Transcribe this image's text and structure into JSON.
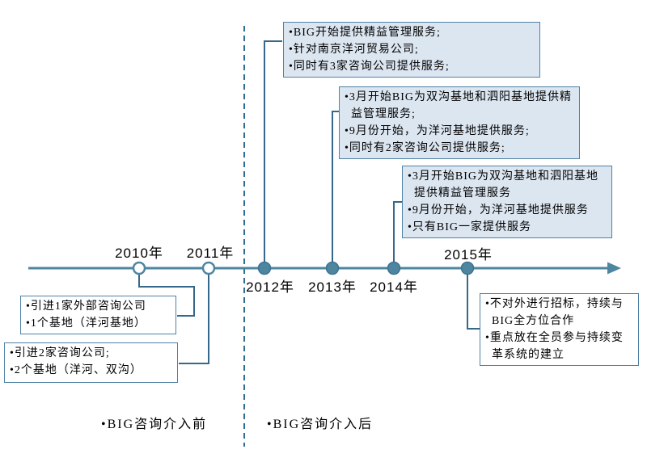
{
  "colors": {
    "accent": "#4e86a0",
    "connector": "#35688a",
    "divider": "#2e6e91",
    "box_border": "#4f81a5",
    "box_fill": "#dce6f1",
    "text": "#000000",
    "background": "#ffffff"
  },
  "timeline": {
    "years": [
      {
        "label": "2010年",
        "marker": "hollow",
        "label_side": "above"
      },
      {
        "label": "2011年",
        "marker": "hollow",
        "label_side": "above"
      },
      {
        "label": "2012年",
        "marker": "filled",
        "label_side": "below"
      },
      {
        "label": "2013年",
        "marker": "filled",
        "label_side": "below"
      },
      {
        "label": "2014年",
        "marker": "filled",
        "label_side": "below"
      },
      {
        "label": "2015年",
        "marker": "filled",
        "label_side": "above"
      }
    ]
  },
  "callouts": {
    "c2012": {
      "style": "blue",
      "lines": [
        "•BIG开始提供精益管理服务;",
        "•针对南京洋河贸易公司;",
        "•同时有3家咨询公司提供服务;"
      ]
    },
    "c2013": {
      "style": "blue",
      "lines": [
        "•3月开始BIG为双沟基地和泗阳基地提供精益管理服务;",
        "•9月份开始，为洋河基地提供服务;",
        "•同时有2家咨询公司提供服务;"
      ]
    },
    "c2014": {
      "style": "blue",
      "lines": [
        "•3月开始BIG为双沟基地和泗阳基地提供精益管理服务",
        "•9月份开始，为洋河基地提供服务",
        "•只有BIG一家提供服务"
      ]
    },
    "c2010": {
      "style": "white",
      "lines": [
        "•引进1家外部咨询公司",
        "•1个基地（洋河基地）"
      ]
    },
    "c2011": {
      "style": "white",
      "lines": [
        "•引进2家咨询公司;",
        "•2个基地（洋河、双沟）"
      ]
    },
    "c2015": {
      "style": "white",
      "lines": [
        "•不对外进行招标，持续与BIG全方位合作",
        "•重点放在全员参与持续变革系统的建立"
      ]
    }
  },
  "footer": {
    "before_label": "•BIG咨询介入前",
    "after_label": "•BIG咨询介入后"
  }
}
